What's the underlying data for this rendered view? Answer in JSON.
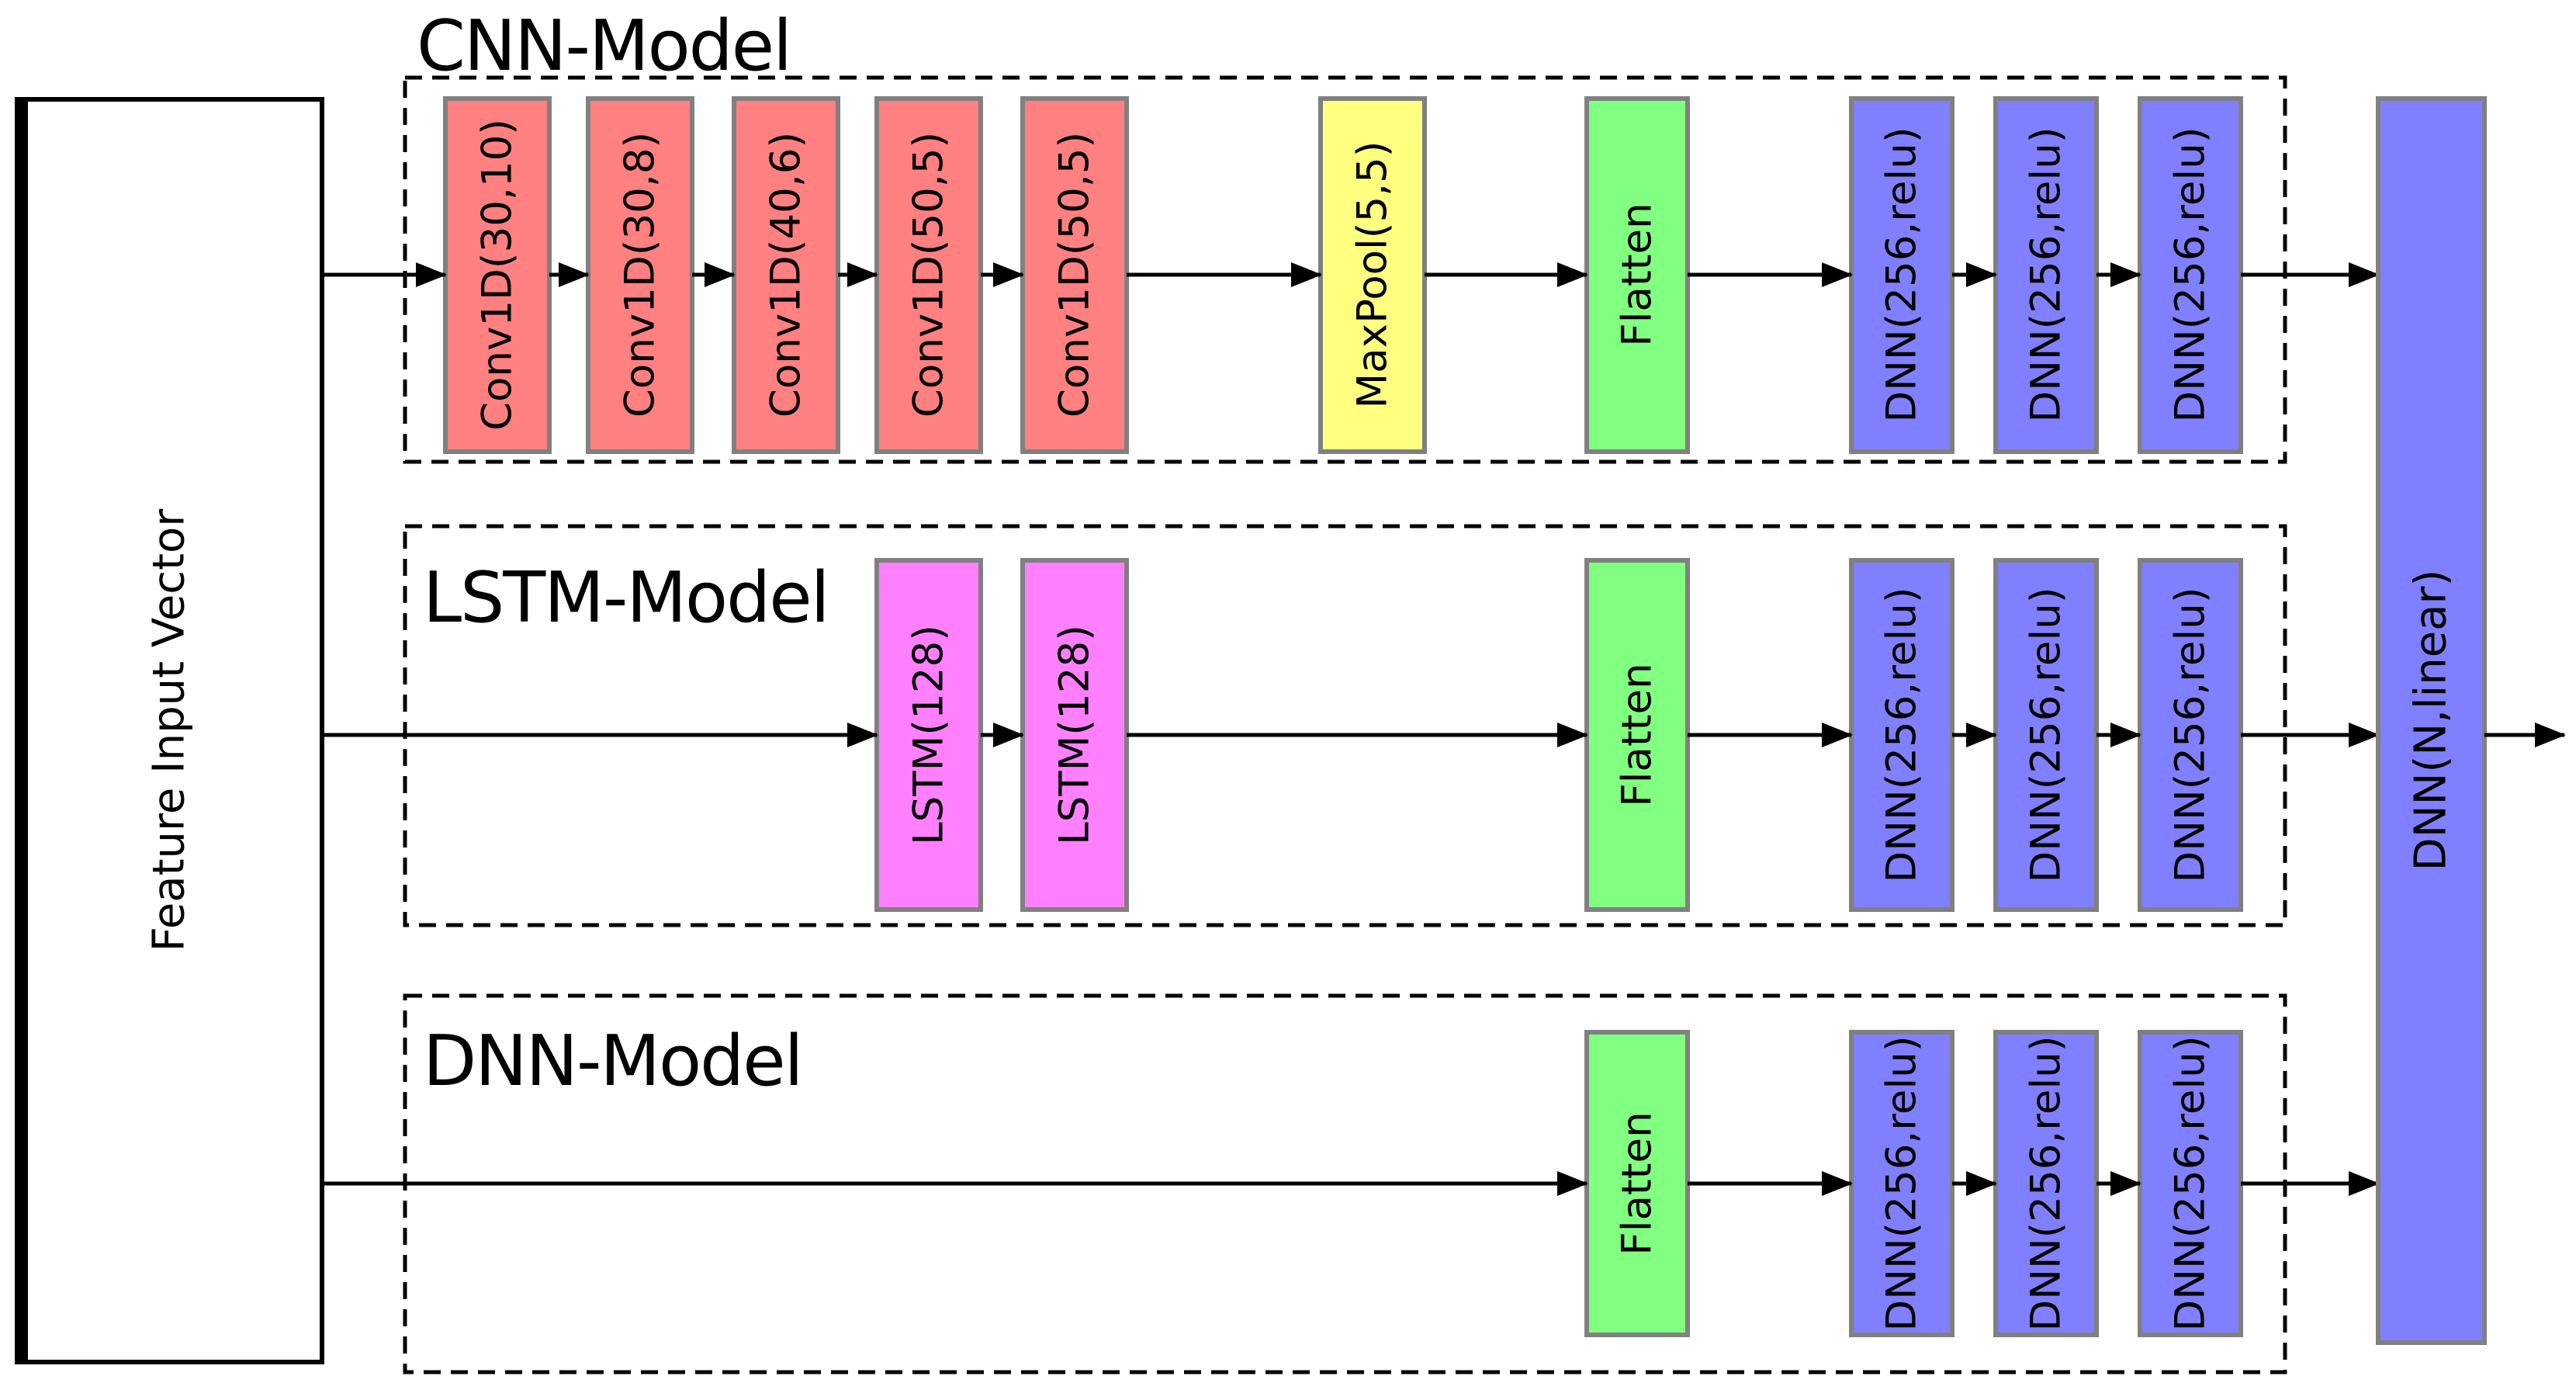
{
  "input_block": {
    "label": "Feature Input Vector"
  },
  "output_block": {
    "label": "DNN(N,linear)"
  },
  "models": [
    {
      "title": "CNN-Model",
      "layers": [
        "Conv1D(30,10)",
        "Conv1D(30,8)",
        "Conv1D(40,6)",
        "Conv1D(50,5)",
        "Conv1D(50,5)",
        "MaxPool(5,5)",
        "Flatten",
        "DNN(256,relu)",
        "DNN(256,relu)",
        "DNN(256,relu)"
      ]
    },
    {
      "title": "LSTM-Model",
      "layers": [
        "LSTM(128)",
        "LSTM(128)",
        "Flatten",
        "DNN(256,relu)",
        "DNN(256,relu)",
        "DNN(256,relu)"
      ]
    },
    {
      "title": "DNN-Model",
      "layers": [
        "Flatten",
        "DNN(256,relu)",
        "DNN(256,relu)",
        "DNN(256,relu)"
      ]
    }
  ],
  "colors": {
    "conv": "#FF8080",
    "pool": "#FFFF80",
    "flatten": "#80FF80",
    "lstm": "#FF80FF",
    "dnn": "#8080FF",
    "block_border": "#808080",
    "line": "#000000",
    "background": "#FFFFFF"
  }
}
